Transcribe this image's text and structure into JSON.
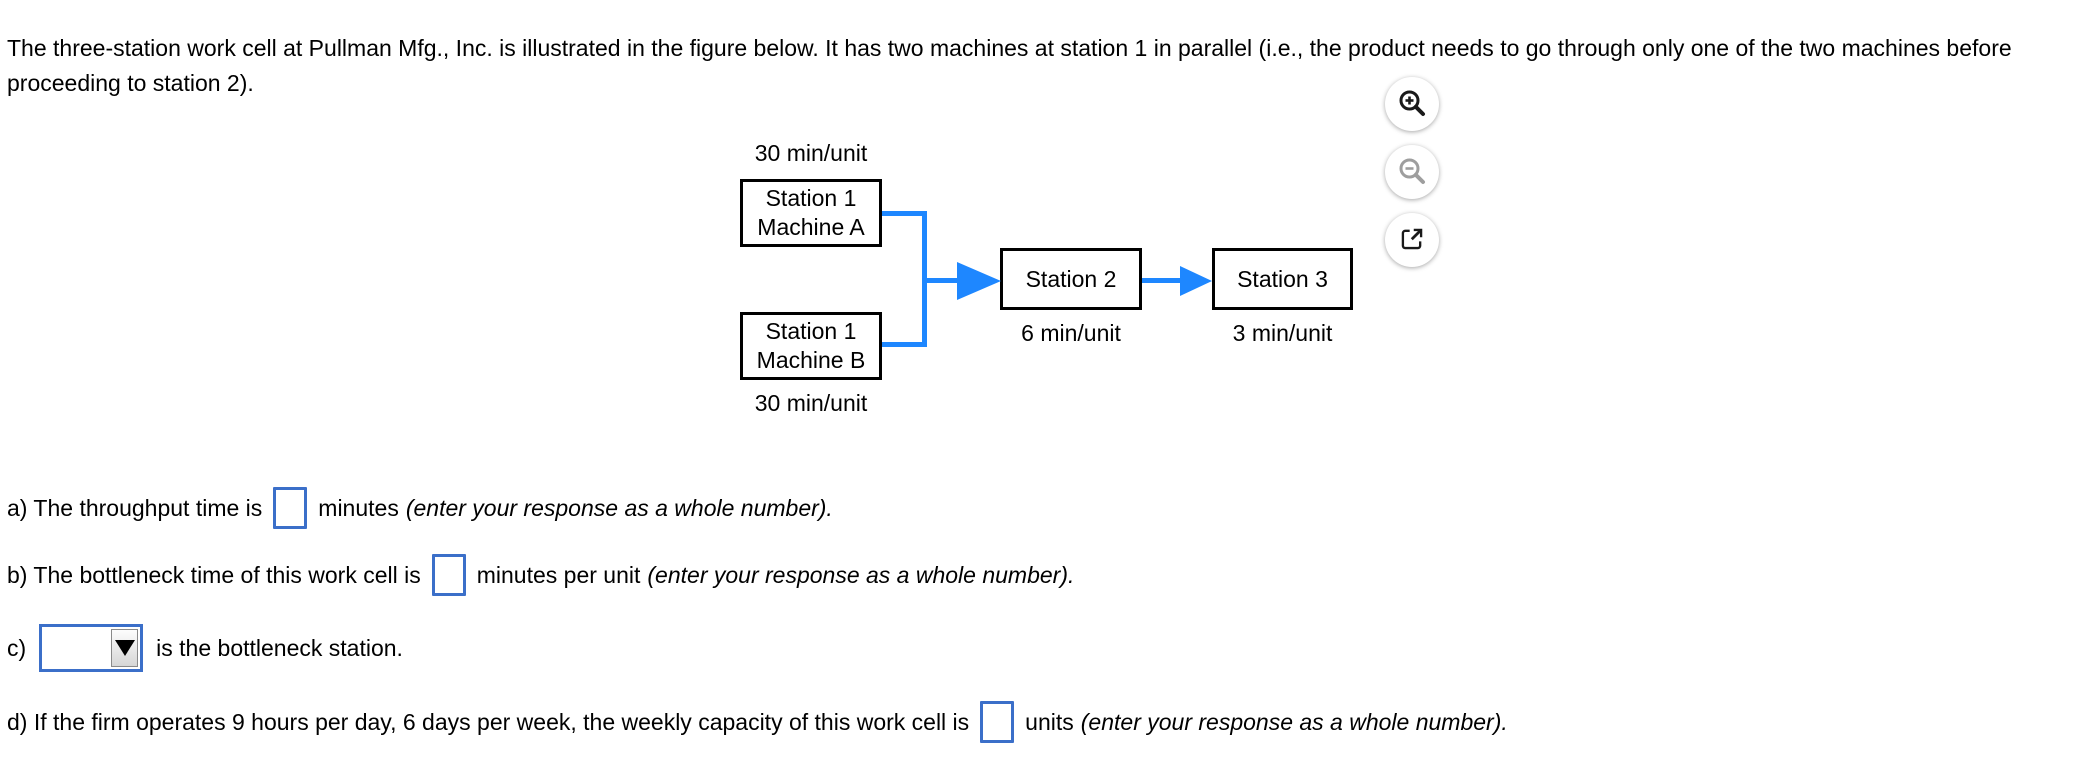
{
  "problem": {
    "statement": "The three-station work cell at Pullman Mfg., Inc. is illustrated in the figure below. It has two machines at station 1 in parallel (i.e., the product needs to go through only one of the two machines before proceeding to station 2)."
  },
  "figure": {
    "machine_a": {
      "name_line1": "Station 1",
      "name_line2": "Machine A",
      "rate": "30 min/unit"
    },
    "machine_b": {
      "name_line1": "Station 1",
      "name_line2": "Machine B",
      "rate": "30 min/unit"
    },
    "station_2": {
      "label": "Station 2",
      "rate": "6 min/unit"
    },
    "station_3": {
      "label": "Station 3",
      "rate": "3 min/unit"
    },
    "controls": {
      "zoom_in_icon": "magnifier-plus",
      "zoom_out_icon": "magnifier-minus",
      "open_icon": "external-link"
    }
  },
  "questions": {
    "a": {
      "prefix": "a) The throughput time is",
      "value": "",
      "unit": "minutes",
      "note": "(enter your response as a whole number)."
    },
    "b": {
      "prefix": "b) The bottleneck time of this work cell is",
      "value": "",
      "unit": "minutes per unit",
      "note": "(enter your response as a whole number)."
    },
    "c": {
      "prefix": "c)",
      "selected": "",
      "suffix": "is the bottleneck station."
    },
    "d": {
      "prefix": "d) If the firm operates 9 hours per day, 6 days per week, the weekly capacity of this work cell is",
      "value": "",
      "unit": "units",
      "note": "(enter your response as a whole number)."
    }
  },
  "colors": {
    "answer_box_border": "#3B6FC9",
    "flow_arrow": "#1E87FF",
    "box_border": "#000000",
    "icon": "#1A1A1A",
    "disabled_icon": "#9E9E9E"
  }
}
